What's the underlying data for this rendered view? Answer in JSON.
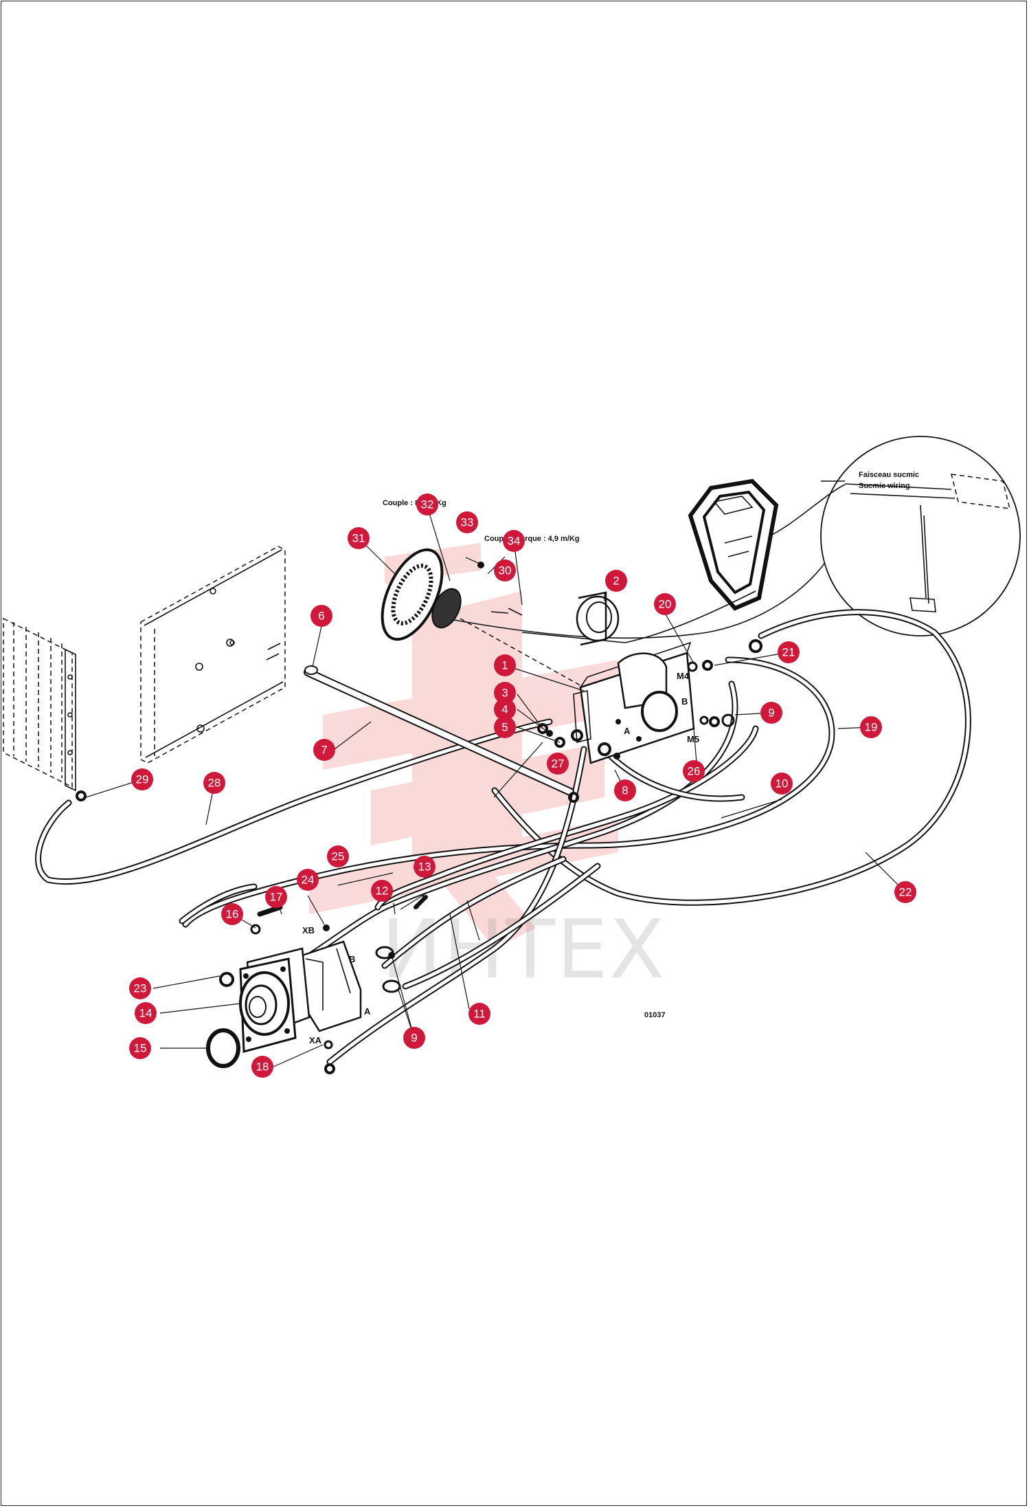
{
  "colors": {
    "accent": "#d0183a",
    "line": "#111111",
    "watermark_logo": "#e53935"
  },
  "watermark": {
    "text": "ИНТЕХ"
  },
  "drawing": {
    "code": "01037",
    "torque_note_1": "Couple : 8,6 m/Kg",
    "torque_note_2": "Couple / Torque : 4,9 m/Kg",
    "wiring_fr": "Faisceau sucmic",
    "wiring_en": "Sucmic wiring"
  },
  "ports": {
    "m4": "M4",
    "m5": "M5",
    "b_valve": "B",
    "a_valve": "A",
    "xb": "XB",
    "xa": "XA",
    "b_motor": "B",
    "a_motor": "A"
  },
  "callouts": [
    {
      "n": "1"
    },
    {
      "n": "2"
    },
    {
      "n": "3"
    },
    {
      "n": "4"
    },
    {
      "n": "5"
    },
    {
      "n": "6"
    },
    {
      "n": "7"
    },
    {
      "n": "8"
    },
    {
      "n": "9"
    },
    {
      "n": "9"
    },
    {
      "n": "10"
    },
    {
      "n": "11"
    },
    {
      "n": "12"
    },
    {
      "n": "13"
    },
    {
      "n": "14"
    },
    {
      "n": "15"
    },
    {
      "n": "16"
    },
    {
      "n": "17"
    },
    {
      "n": "18"
    },
    {
      "n": "19"
    },
    {
      "n": "20"
    },
    {
      "n": "21"
    },
    {
      "n": "22"
    },
    {
      "n": "23"
    },
    {
      "n": "24"
    },
    {
      "n": "25"
    },
    {
      "n": "26"
    },
    {
      "n": "27"
    },
    {
      "n": "28"
    },
    {
      "n": "29"
    },
    {
      "n": "30"
    },
    {
      "n": "31"
    },
    {
      "n": "32"
    },
    {
      "n": "33"
    },
    {
      "n": "34"
    }
  ]
}
